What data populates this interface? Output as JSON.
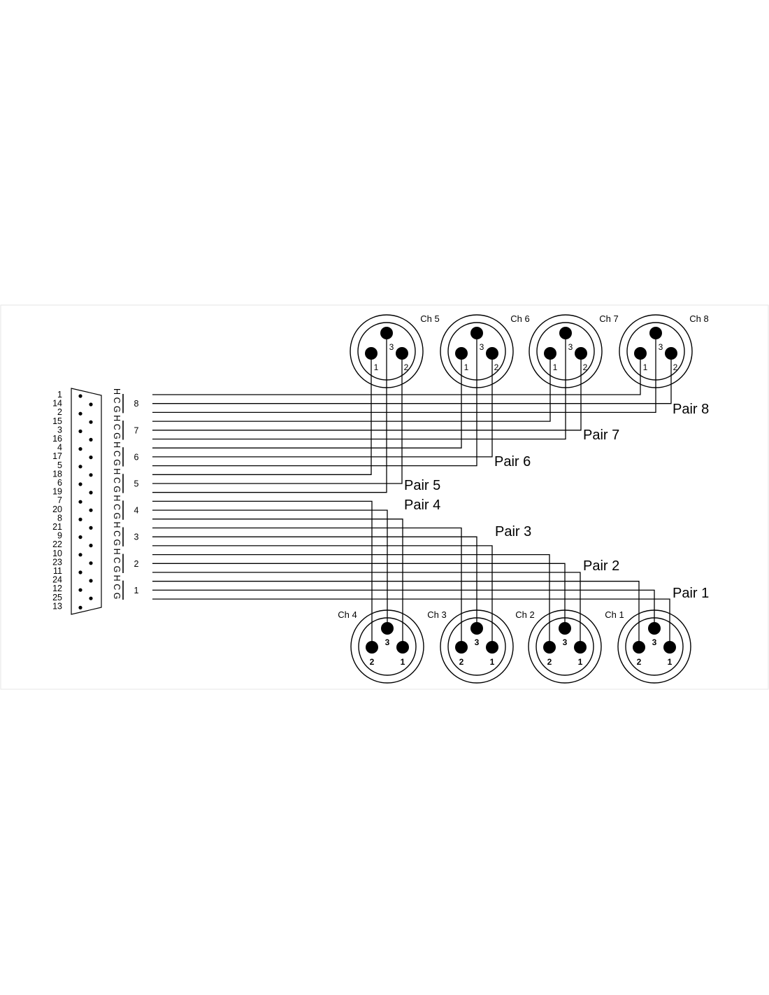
{
  "colors": {
    "background": "#ffffff",
    "line": "#000000",
    "frame": "#e6e6e6"
  },
  "db25": {
    "pin_numbers": [
      "1",
      "14",
      "2",
      "15",
      "3",
      "16",
      "4",
      "17",
      "5",
      "18",
      "6",
      "19",
      "7",
      "20",
      "8",
      "21",
      "9",
      "22",
      "10",
      "23",
      "11",
      "24",
      "12",
      "25",
      "13"
    ]
  },
  "signal_letters": [
    "H",
    "C",
    "G",
    "H",
    "C",
    "G",
    "H",
    "C",
    "G",
    "H",
    "C",
    "G",
    "H",
    "C",
    "G",
    "H",
    "C",
    "G",
    "H",
    "C",
    "G",
    "H",
    "C",
    "G"
  ],
  "pair_numbers": [
    "8",
    "7",
    "6",
    "5",
    "4",
    "3",
    "2",
    "1"
  ],
  "pair_labels": [
    "Pair 8",
    "Pair 7",
    "Pair 6",
    "Pair 5",
    "Pair 4",
    "Pair 3",
    "Pair 2",
    "Pair 1"
  ],
  "xlr_top": [
    {
      "channel": "Ch 5",
      "pins": [
        "1",
        "2",
        "3"
      ]
    },
    {
      "channel": "Ch 6",
      "pins": [
        "1",
        "2",
        "3"
      ]
    },
    {
      "channel": "Ch 7",
      "pins": [
        "1",
        "2",
        "3"
      ]
    },
    {
      "channel": "Ch 8",
      "pins": [
        "1",
        "2",
        "3"
      ]
    }
  ],
  "xlr_bottom": [
    {
      "channel": "Ch 4",
      "pins": [
        "2",
        "1",
        "3"
      ]
    },
    {
      "channel": "Ch 3",
      "pins": [
        "2",
        "1",
        "3"
      ]
    },
    {
      "channel": "Ch 2",
      "pins": [
        "2",
        "1",
        "3"
      ]
    },
    {
      "channel": "Ch 1",
      "pins": [
        "2",
        "1",
        "3"
      ]
    }
  ]
}
